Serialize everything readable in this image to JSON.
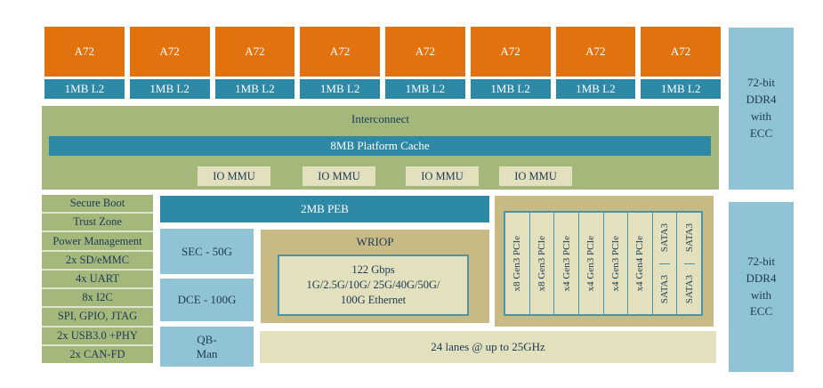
{
  "colors": {
    "orange": "#E2720E",
    "teal": "#2E89A6",
    "green": "#A5B87C",
    "cream": "#E3E0BD",
    "tan": "#C8BA85",
    "light_blue": "#8FC3D5",
    "navy": "#1C3A55",
    "border_teal": "#4D93A6",
    "divider": "#DFE5CB"
  },
  "cores": {
    "count": 8,
    "core_label": "A72",
    "l2_label": "1MB L2"
  },
  "interconnect": {
    "label": "Interconnect",
    "cache_label": "8MB Platform Cache",
    "iommu_label": "IO MMU",
    "iommu_count": 4
  },
  "left_panel": [
    "Secure Boot",
    "Trust Zone",
    "Power Management",
    "2x SD/eMMC",
    "4x UART",
    "8x I2C",
    "SPI, GPIO, JTAG",
    "2x USB3.0 +PHY",
    "2x CAN-FD"
  ],
  "peb_label": "2MB PEB",
  "accelerators": {
    "sec": "SEC - 50G",
    "dce": "DCE - 100G",
    "qbman": "QB-\nMan"
  },
  "wriop": {
    "label": "WRIOP",
    "details": "122 Gbps\n1G/2.5G/10G/ 25G/40G/50G/\n100G Ethernet"
  },
  "serdes": {
    "pcie": [
      "x8 Gen3 PCIe",
      "x8 Gen3 PCIe",
      "x4 Gen3 PCIe",
      "x4 Gen3 PCIe",
      "x4 Gen3 PCIe",
      "x4 Gen4 PCIe"
    ],
    "sata": [
      "SATA3",
      "SATA3",
      "SATA3",
      "SATA3"
    ]
  },
  "lanes_label": "24 lanes @ up to 25GHz",
  "ddr": {
    "top": "72-bit\nDDR4\nwith\nECC",
    "bottom": "72-bit\nDDR4\nwith\nECC"
  }
}
